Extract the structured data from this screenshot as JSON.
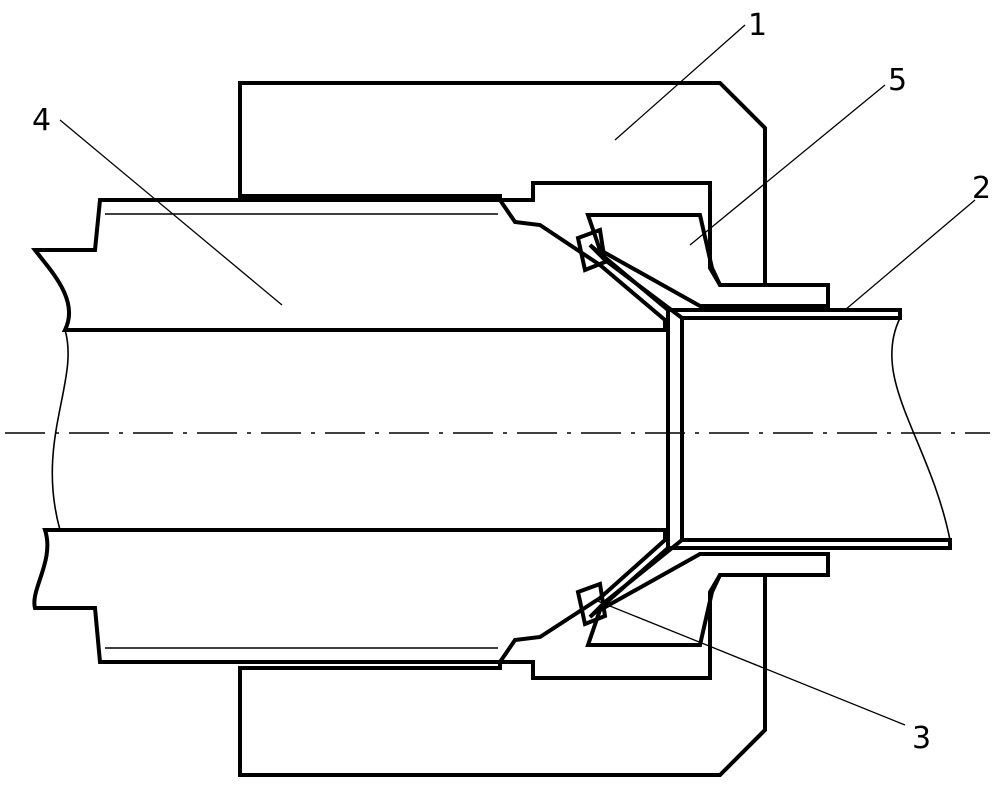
{
  "figure": {
    "parts": [
      {
        "id": "nut",
        "label": "1"
      },
      {
        "id": "tube",
        "label": "2"
      },
      {
        "id": "seal-ring",
        "label": "3"
      },
      {
        "id": "fitting-body",
        "label": "4"
      },
      {
        "id": "sleeve",
        "label": "5"
      }
    ]
  },
  "palette": {
    "line": "#000000",
    "background": "#ffffff",
    "hatch_dark": "#666666"
  }
}
